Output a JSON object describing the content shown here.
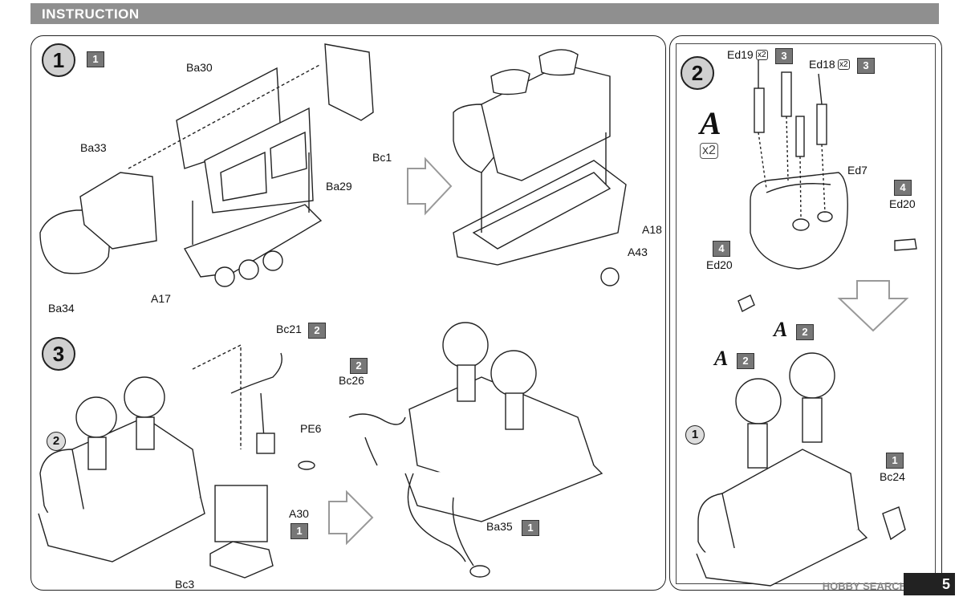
{
  "header": {
    "title": "INSTRUCTION"
  },
  "steps": {
    "s1": {
      "num": "1",
      "box": "1"
    },
    "s2": {
      "num": "2"
    },
    "s3": {
      "num": "3"
    }
  },
  "labels": {
    "ba30": "Ba30",
    "ba33": "Ba33",
    "ba34": "Ba34",
    "ba29": "Ba29",
    "bc1": "Bc1",
    "a17": "A17",
    "a18": "A18",
    "a43": "A43",
    "ed19": "Ed19",
    "ed18": "Ed18",
    "ed7": "Ed7",
    "ed20a": "Ed20",
    "ed20b": "Ed20",
    "bc21": "Bc21",
    "pe6": "PE6",
    "a30": "A30",
    "bc3": "Bc3",
    "bc26": "Bc26",
    "ba35": "Ba35",
    "bc24": "Bc24"
  },
  "boxes": {
    "ed19": "3",
    "ed18": "3",
    "ed20a": "4",
    "ed20b": "4",
    "bc21": "2",
    "a30": "1",
    "bc26": "2",
    "ba35": "1",
    "bc24": "1",
    "a_upper": "2",
    "a_lower": "2"
  },
  "multipliers": {
    "ed19": "x2",
    "ed18": "x2",
    "big": "x2"
  },
  "letters": {
    "big": "A",
    "upper": "A",
    "lower": "A"
  },
  "sub_refs": {
    "c1": "1",
    "c2": "2"
  },
  "footer": {
    "page": "5",
    "watermark": "HOBBY SEARCH"
  }
}
